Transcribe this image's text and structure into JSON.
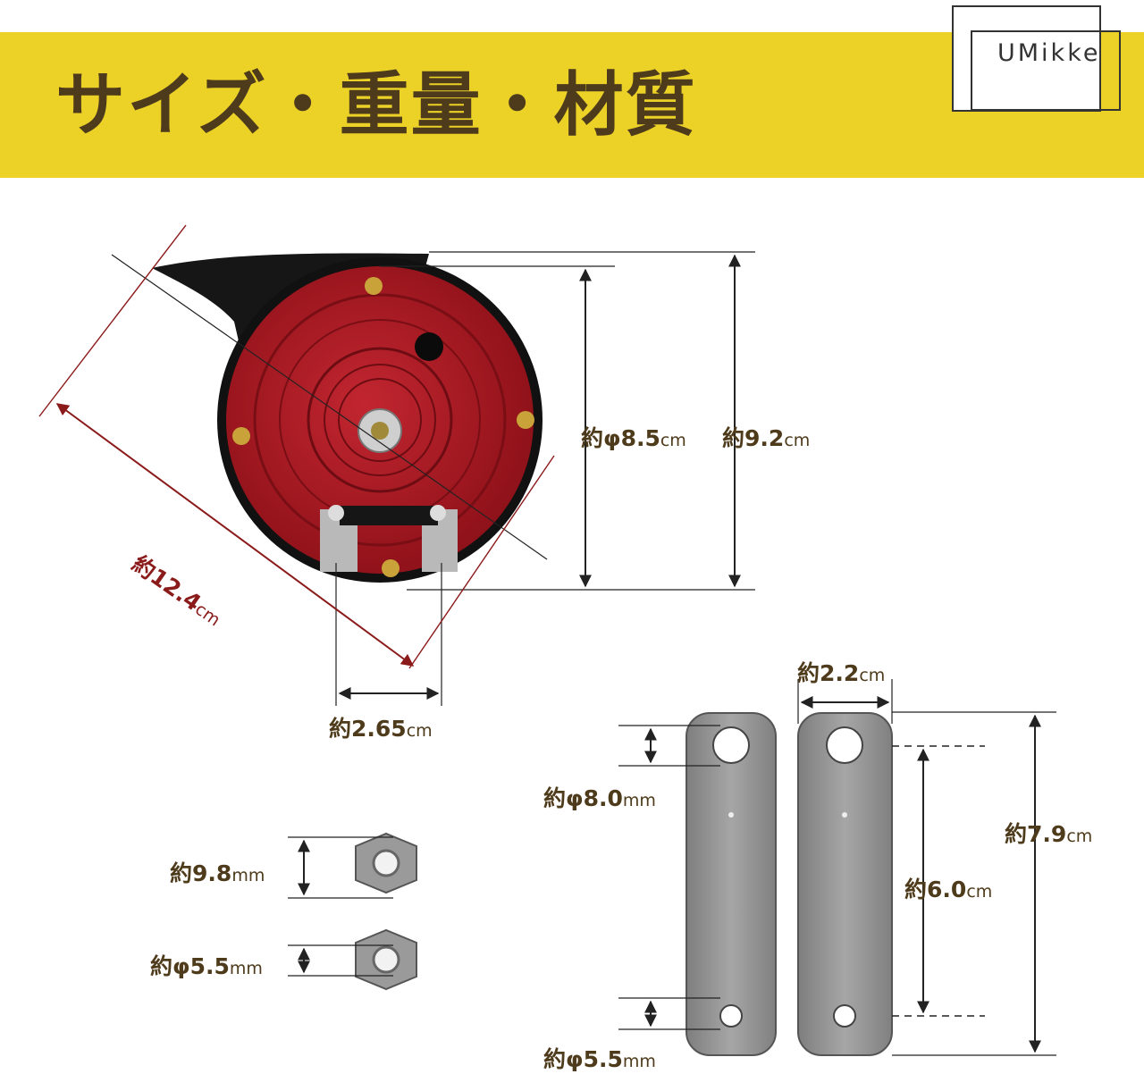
{
  "header": {
    "title": "サイズ・重量・材質",
    "brand": "UMikke",
    "banner_color": "#ecd227",
    "title_color": "#4e3b1b"
  },
  "horn": {
    "diagonal": {
      "prefix": "約",
      "value": "12.4",
      "unit": "cm"
    },
    "inner_diameter": {
      "prefix": "約φ",
      "value": "8.5",
      "unit": "cm"
    },
    "height": {
      "prefix": "約",
      "value": "9.2",
      "unit": "cm"
    },
    "terminal_pitch": {
      "prefix": "約",
      "value": "2.65",
      "unit": "cm"
    },
    "body_color": "#a4151e"
  },
  "nuts": {
    "width": {
      "prefix": "約",
      "value": "9.8",
      "unit": "mm"
    },
    "hole": {
      "prefix": "約φ",
      "value": "5.5",
      "unit": "mm"
    }
  },
  "brackets": {
    "width": {
      "prefix": "約",
      "value": "2.2",
      "unit": "cm"
    },
    "large_hole": {
      "prefix": "約φ",
      "value": "8.0",
      "unit": "mm"
    },
    "small_hole": {
      "prefix": "約φ",
      "value": "5.5",
      "unit": "mm"
    },
    "length": {
      "prefix": "約",
      "value": "7.9",
      "unit": "cm"
    },
    "hole_spacing": {
      "prefix": "約",
      "value": "6.0",
      "unit": "cm"
    }
  }
}
